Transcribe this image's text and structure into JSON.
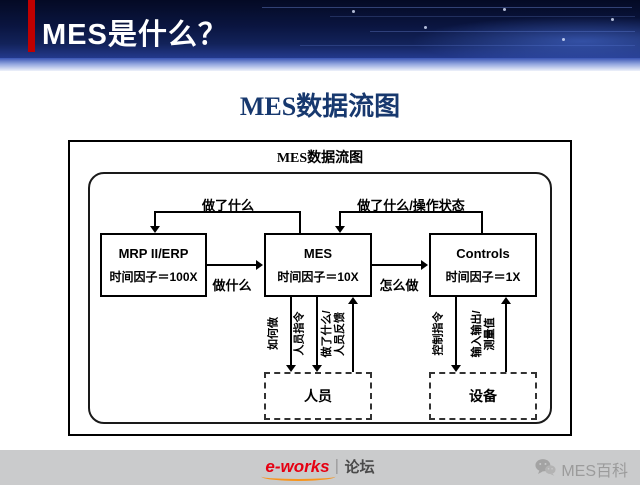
{
  "header": {
    "title": "MES是什么？"
  },
  "slide": {
    "title": "MES数据流图"
  },
  "diagram": {
    "title": "MES数据流图",
    "nodes": {
      "mrp": {
        "name": "MRP II/ERP",
        "factor": "时间因子＝100X"
      },
      "mes": {
        "name": "MES",
        "factor": "时间因子＝10X"
      },
      "controls": {
        "name": "Controls",
        "factor": "时间因子＝1X"
      }
    },
    "feedback_arrows": {
      "mes_to_mrp": "做了什么",
      "controls_to_mes": "做了什么/操作状态"
    },
    "forward_arrows": {
      "mrp_to_mes": "做什么",
      "mes_to_controls": "怎么做"
    },
    "personnel_flows": {
      "how": "如何做",
      "orders": "人员指令",
      "feedback": "做了什么/\n人员反馈"
    },
    "equipment_flows": {
      "commands": "控制指令",
      "io": "输入输出/\n测量值"
    },
    "resources": {
      "personnel": "人员",
      "equipment": "设备"
    }
  },
  "footer": {
    "eworks": "e-works",
    "forum": "论坛",
    "wiki": "MES百科"
  },
  "colors": {
    "accent_red": "#c00000",
    "header_navy": "#0a1540",
    "title_navy": "#17386e",
    "eworks_red": "#e60012",
    "eworks_orange": "#f7941d",
    "footer_gray": "#cacbcc"
  }
}
